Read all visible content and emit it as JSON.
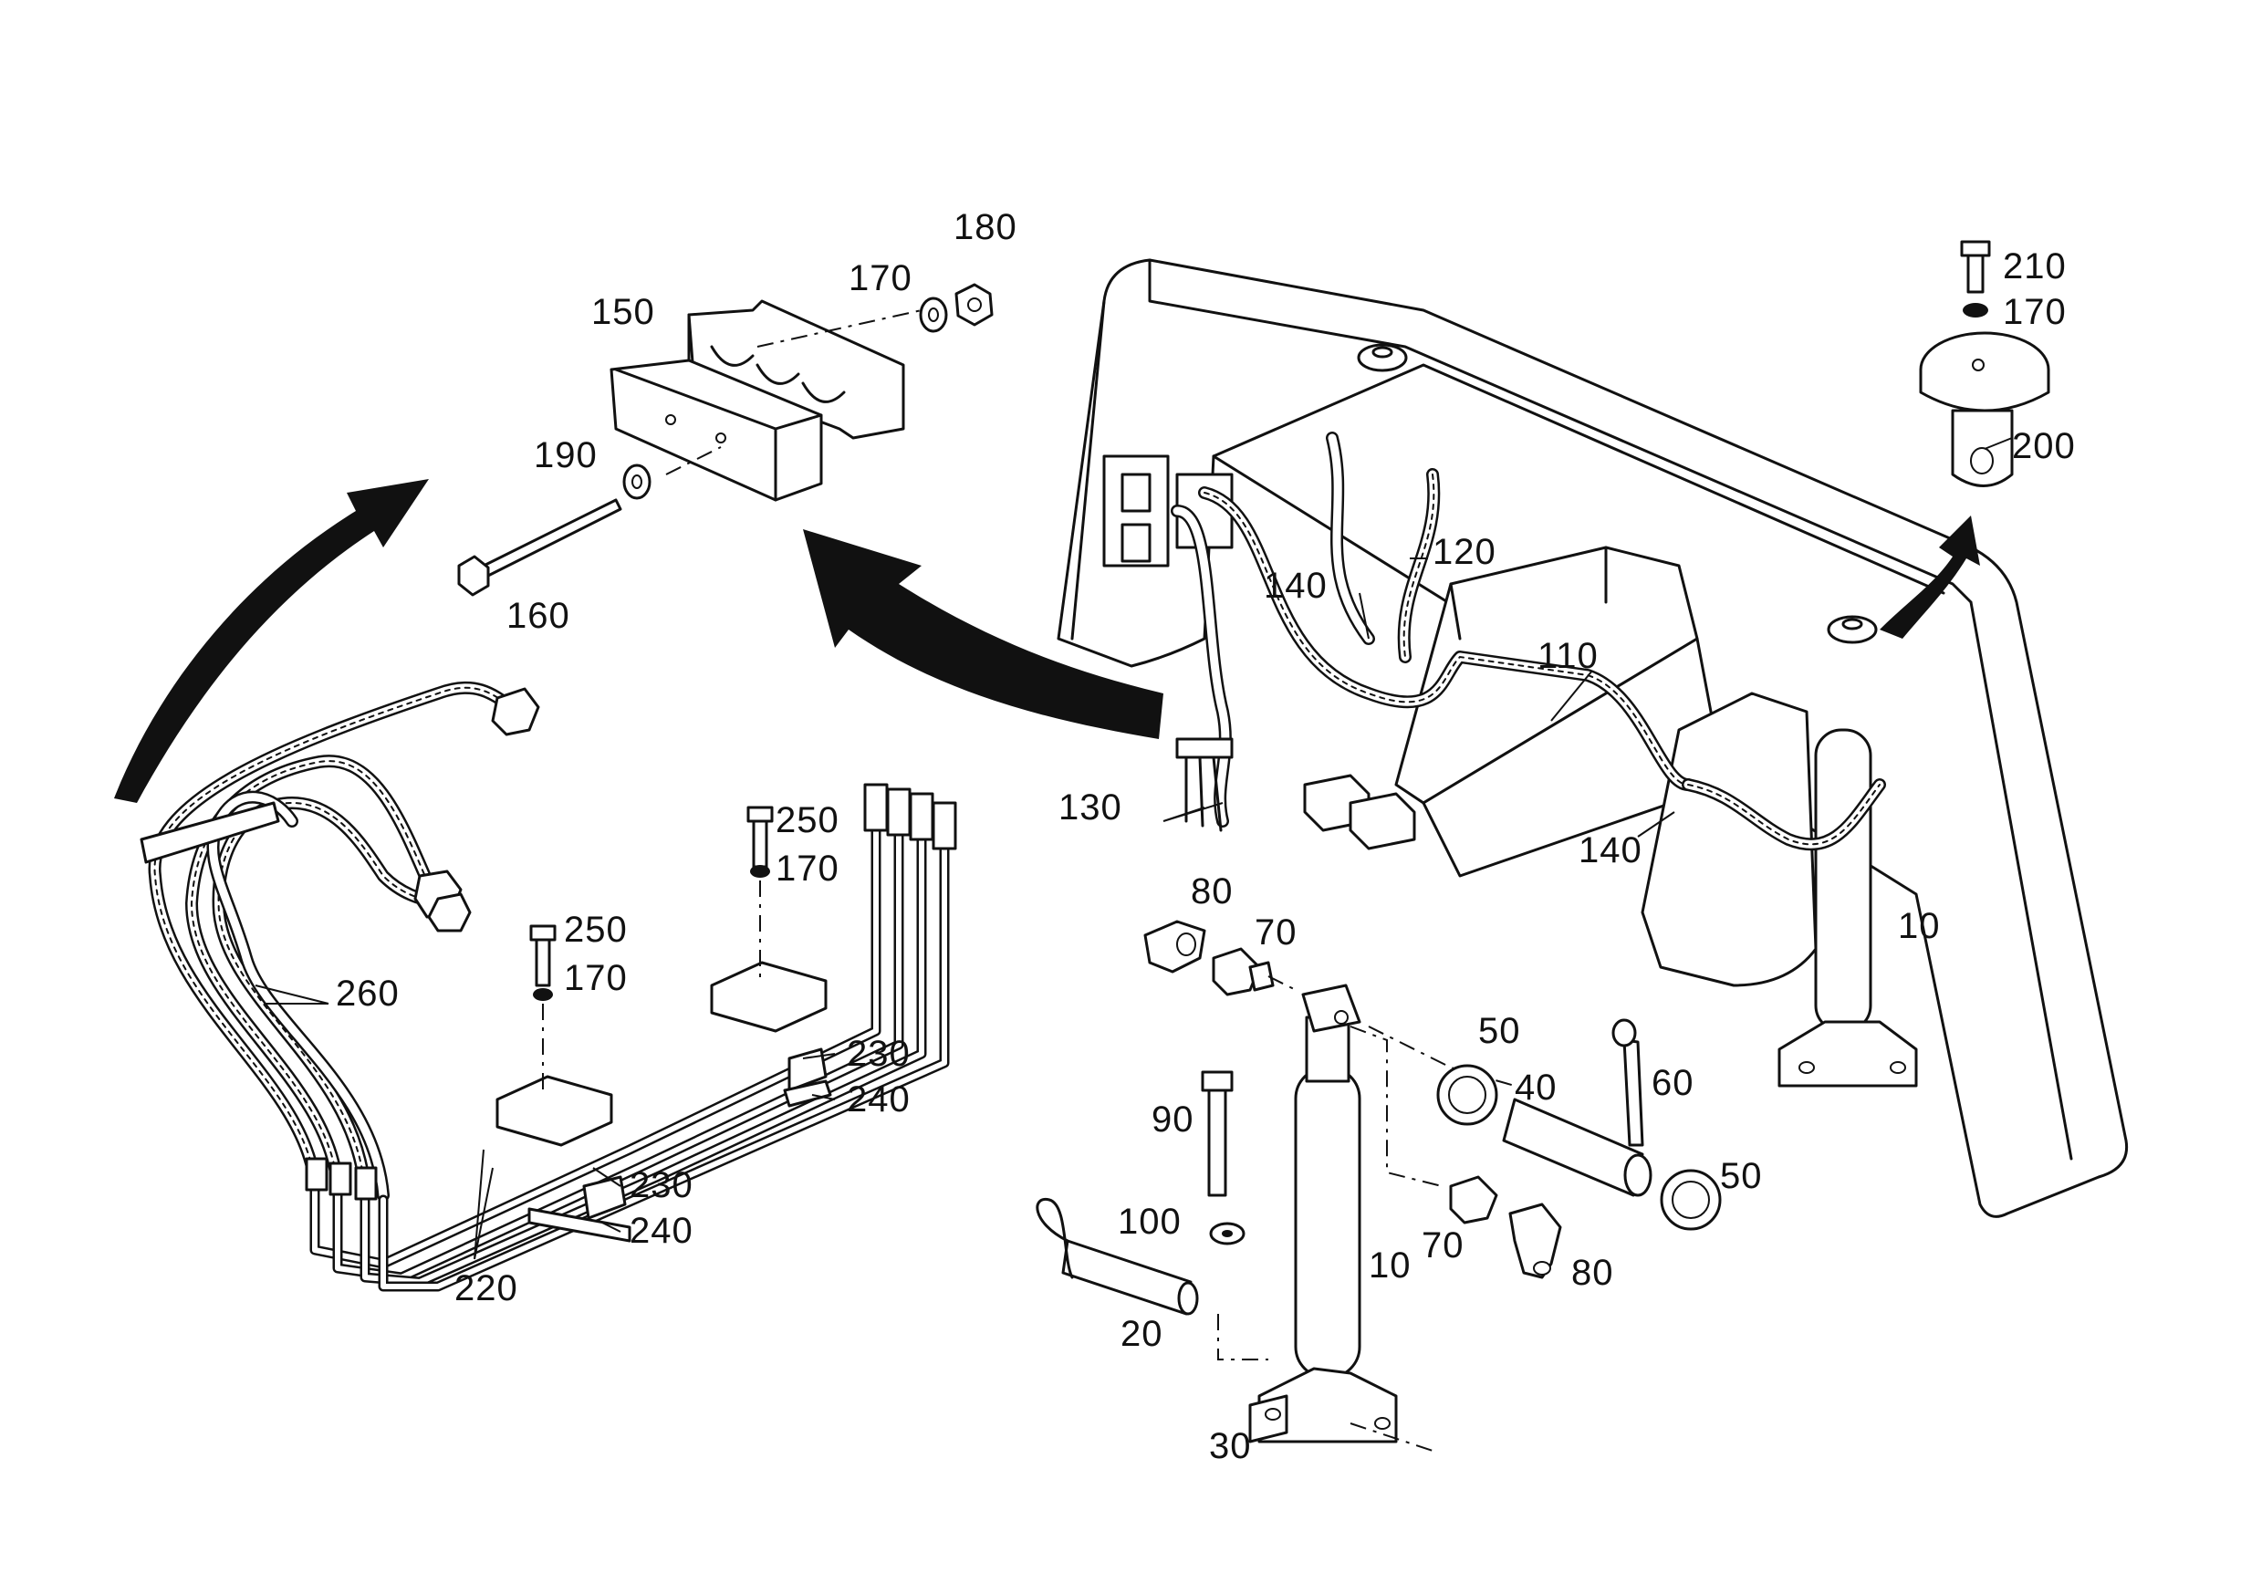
{
  "diagram": {
    "callouts": {
      "p10_frame": "10",
      "p10_cyl": "10",
      "p20": "20",
      "p30": "30",
      "p40": "40",
      "p50_a": "50",
      "p50_b": "50",
      "p60": "60",
      "p70_a": "70",
      "p70_b": "70",
      "p80_a": "80",
      "p80_b": "80",
      "p90": "90",
      "p100": "100",
      "p110": "110",
      "p120": "120",
      "p130": "130",
      "p140_a": "140",
      "p140_b": "140",
      "p150": "150",
      "p160": "160",
      "p170_clamp": "170",
      "p170_cap": "170",
      "p170_a": "170",
      "p170_b": "170",
      "p180": "180",
      "p190": "190",
      "p200": "200",
      "p210": "210",
      "p220": "220",
      "p230_a": "230",
      "p230_b": "230",
      "p240_a": "240",
      "p240_b": "240",
      "p250_a": "250",
      "p250_b": "250",
      "p260": "260"
    }
  }
}
